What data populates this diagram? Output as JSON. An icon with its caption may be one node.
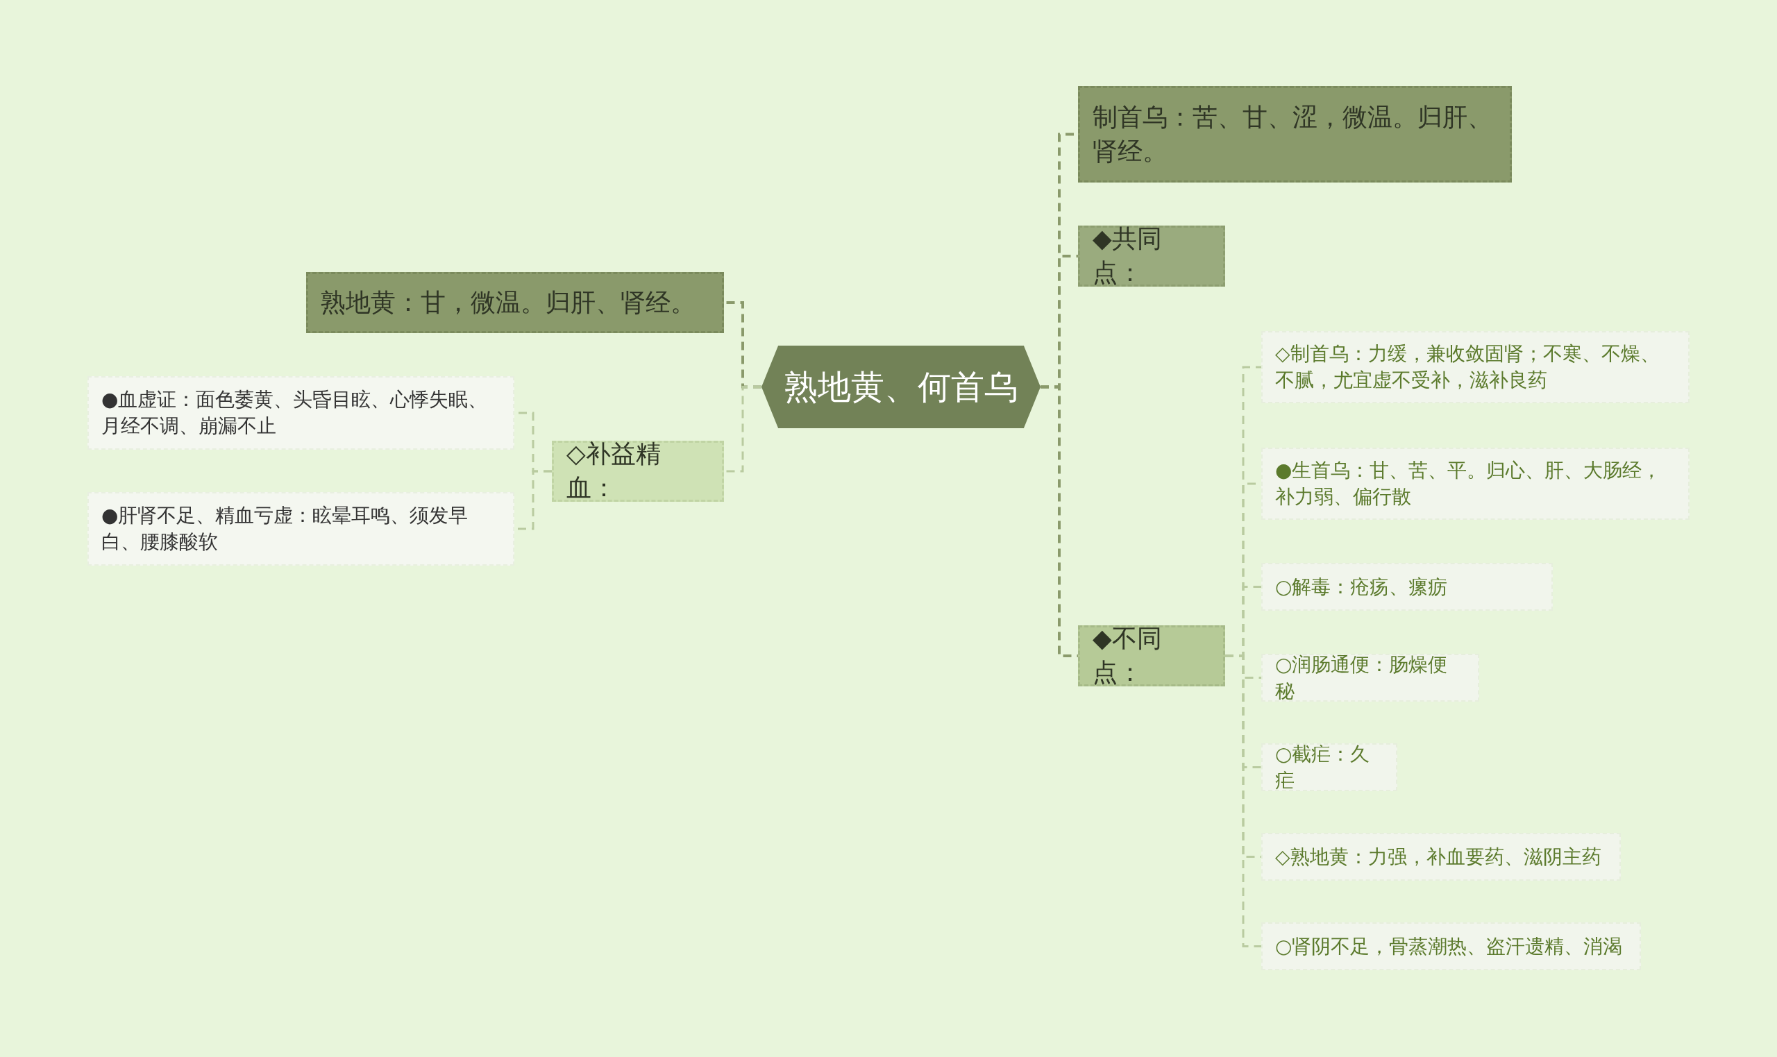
{
  "diagram": {
    "nodes": [
      {
        "text": [
          "熟地黄、何首乌"
        ]
      },
      {
        "text": [
          "熟地黄：甘，微温。归肝、肾经。"
        ]
      },
      {
        "text": [
          "◇补益精血："
        ]
      },
      {
        "text": [
          "●血虚证：面色萎黄、头昏目眩、心悸失眠、月经不调、崩漏不止"
        ]
      },
      {
        "text": [
          "●肝肾不足、精血亏虚：眩晕耳鸣、须发早白、腰膝酸软"
        ]
      },
      {
        "text": [
          "制首乌：苦、甘、涩，微温。归肝、肾经。"
        ]
      },
      {
        "text": [
          "◆共同点："
        ]
      },
      {
        "text": [
          "◆不同点："
        ]
      },
      {
        "text": [
          "◇制首乌：力缓，兼收敛固肾；不寒、不燥、不腻，尤宜虚不受补，滋补良药"
        ]
      },
      {
        "text": [
          "●生首乌：甘、苦、平。归心、肝、大肠经，补力弱、偏行散"
        ]
      },
      {
        "text": [
          "○解毒：疮疡、瘰疬"
        ]
      },
      {
        "text": [
          "○润肠通便：肠燥便秘"
        ]
      },
      {
        "text": [
          "○截疟：久疟"
        ]
      },
      {
        "text": [
          "◇熟地黄：力强，补血要药、滋阴主药"
        ]
      },
      {
        "text": [
          "○肾阴不足，骨蒸潮热、盗汗遗精、消渴"
        ]
      }
    ],
    "edges": [
      {
        "from": 0,
        "to": 1,
        "arrow": "none",
        "color": "#8a9a6b"
      },
      {
        "from": 0,
        "to": 2,
        "arrow": "none"
      },
      {
        "from": 2,
        "to": 3,
        "arrow": "none"
      },
      {
        "from": 2,
        "to": 4,
        "arrow": "none"
      },
      {
        "from": 0,
        "to": 5,
        "arrow": "none",
        "color": "#8a9a6b"
      },
      {
        "from": 0,
        "to": 6,
        "arrow": "none",
        "color": "#8a9a6b"
      },
      {
        "from": 0,
        "to": 7,
        "arrow": "none",
        "color": "#8a9a6b"
      },
      {
        "from": 7,
        "to": 8,
        "arrow": "none"
      },
      {
        "from": 7,
        "to": 9,
        "arrow": "none"
      },
      {
        "from": 7,
        "to": 10,
        "arrow": "none"
      },
      {
        "from": 7,
        "to": 11,
        "arrow": "none"
      },
      {
        "from": 7,
        "to": 12,
        "arrow": "none"
      },
      {
        "from": 7,
        "to": 13,
        "arrow": "none"
      },
      {
        "from": 7,
        "to": 14,
        "arrow": "none"
      }
    ]
  }
}
